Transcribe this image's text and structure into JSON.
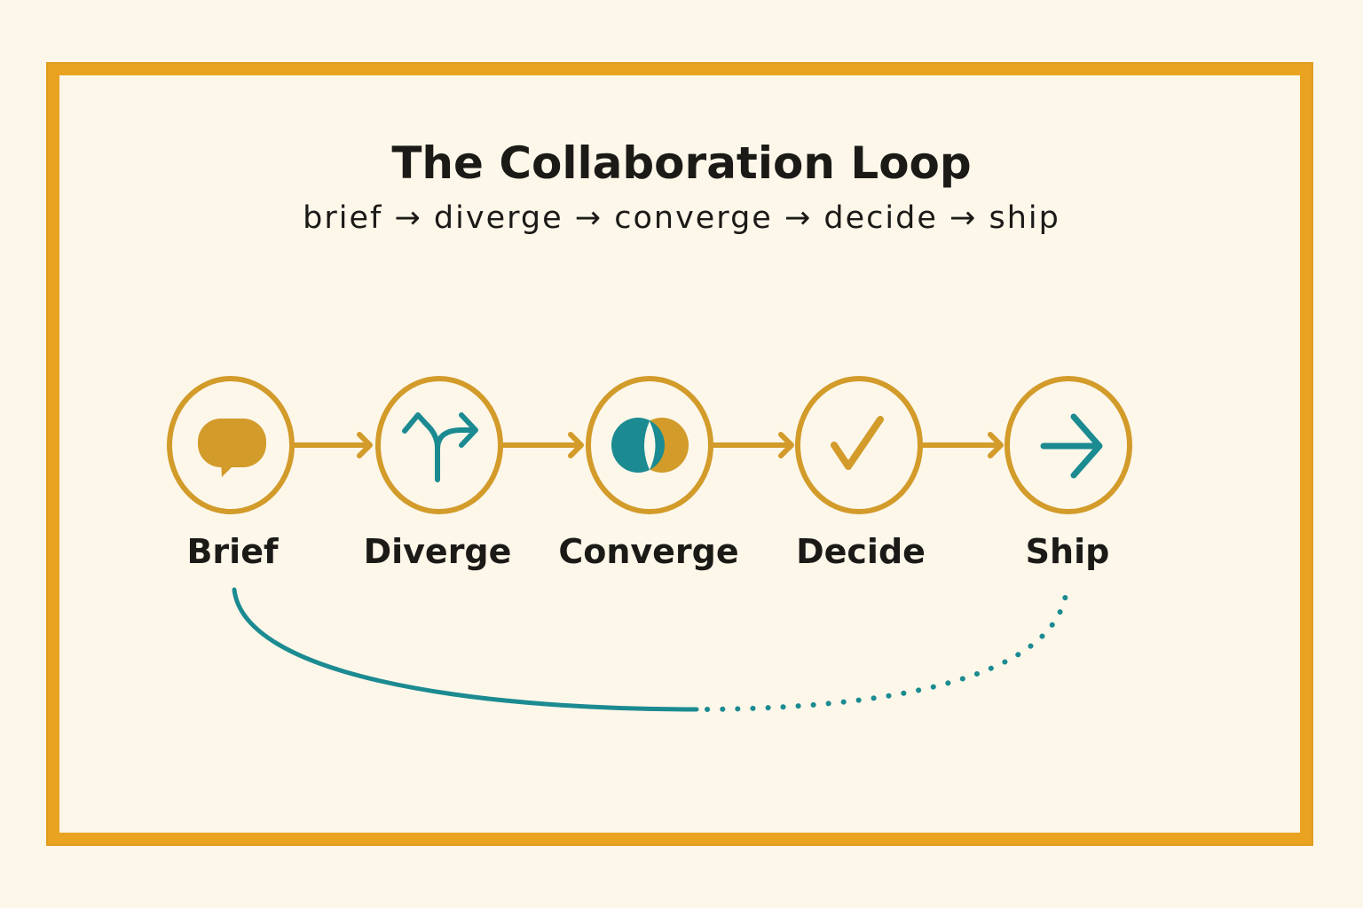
{
  "header": {
    "title": "The Collaboration Loop",
    "subtitle": "brief → diverge → converge → decide → ship"
  },
  "steps": [
    {
      "label": "Brief",
      "icon": "speech-bubble-icon"
    },
    {
      "label": "Diverge",
      "icon": "fork-arrow-icon"
    },
    {
      "label": "Converge",
      "icon": "overlap-circles-icon"
    },
    {
      "label": "Decide",
      "icon": "checkmark-icon"
    },
    {
      "label": "Ship",
      "icon": "arrow-right-icon"
    }
  ],
  "loop": {
    "from": "Ship",
    "to": "Brief",
    "style": "solid-then-dotted"
  },
  "colors": {
    "background": "#fdf7ea",
    "frame": "#e9a321",
    "gold": "#d29b2a",
    "teal": "#1b8b91",
    "text": "#1c1a17"
  }
}
